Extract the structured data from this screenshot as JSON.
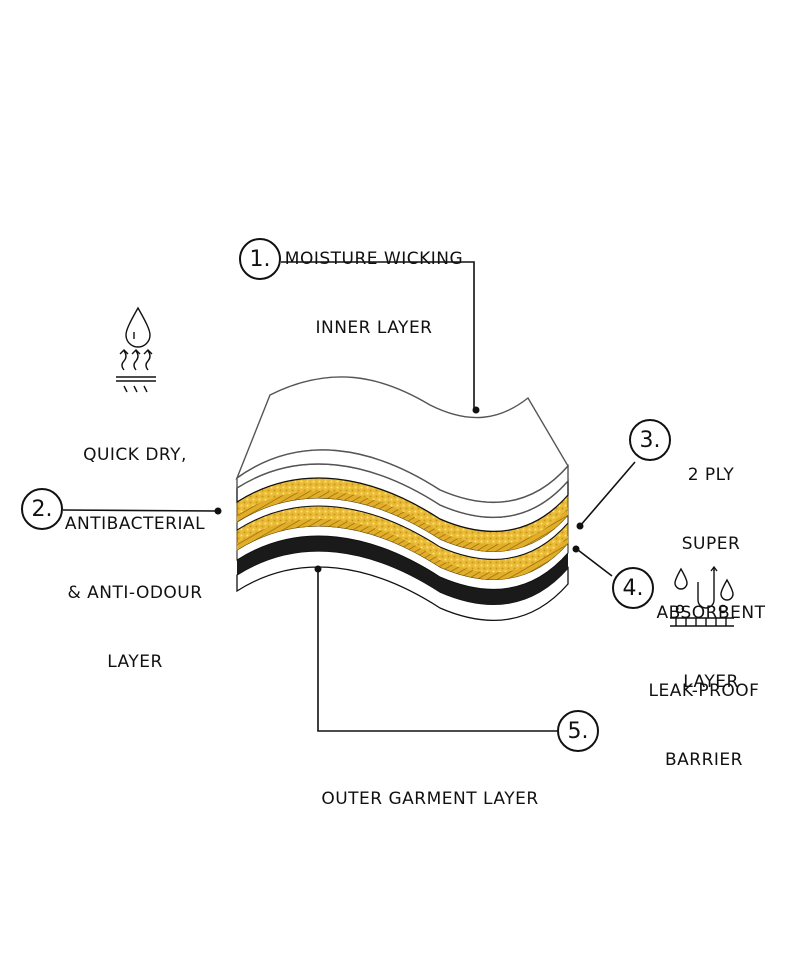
{
  "colors": {
    "ink": "#111111",
    "absorbent_yellow": "#e9bb36",
    "absorbent_light": "#f3d77a",
    "white_layer": "#ffffff"
  },
  "layers": [
    {
      "number": "1.",
      "label_lines": [
        "MOISTURE WICKING",
        "INNER LAYER"
      ]
    },
    {
      "number": "2.",
      "label_lines": [
        "QUICK DRY,",
        "ANTIBACTERIAL",
        "& ANTI-ODOUR",
        "LAYER"
      ],
      "icon": "quick-dry-icon"
    },
    {
      "number": "3.",
      "label_lines": [
        "2 PLY",
        "SUPER",
        "ABSORBENT",
        "LAYER"
      ]
    },
    {
      "number": "4.",
      "label_lines": [
        "LEAK-PROOF",
        "BARRIER"
      ],
      "icon": "leak-proof-icon"
    },
    {
      "number": "5.",
      "label_lines": [
        "OUTER GARMENT LAYER"
      ]
    }
  ]
}
